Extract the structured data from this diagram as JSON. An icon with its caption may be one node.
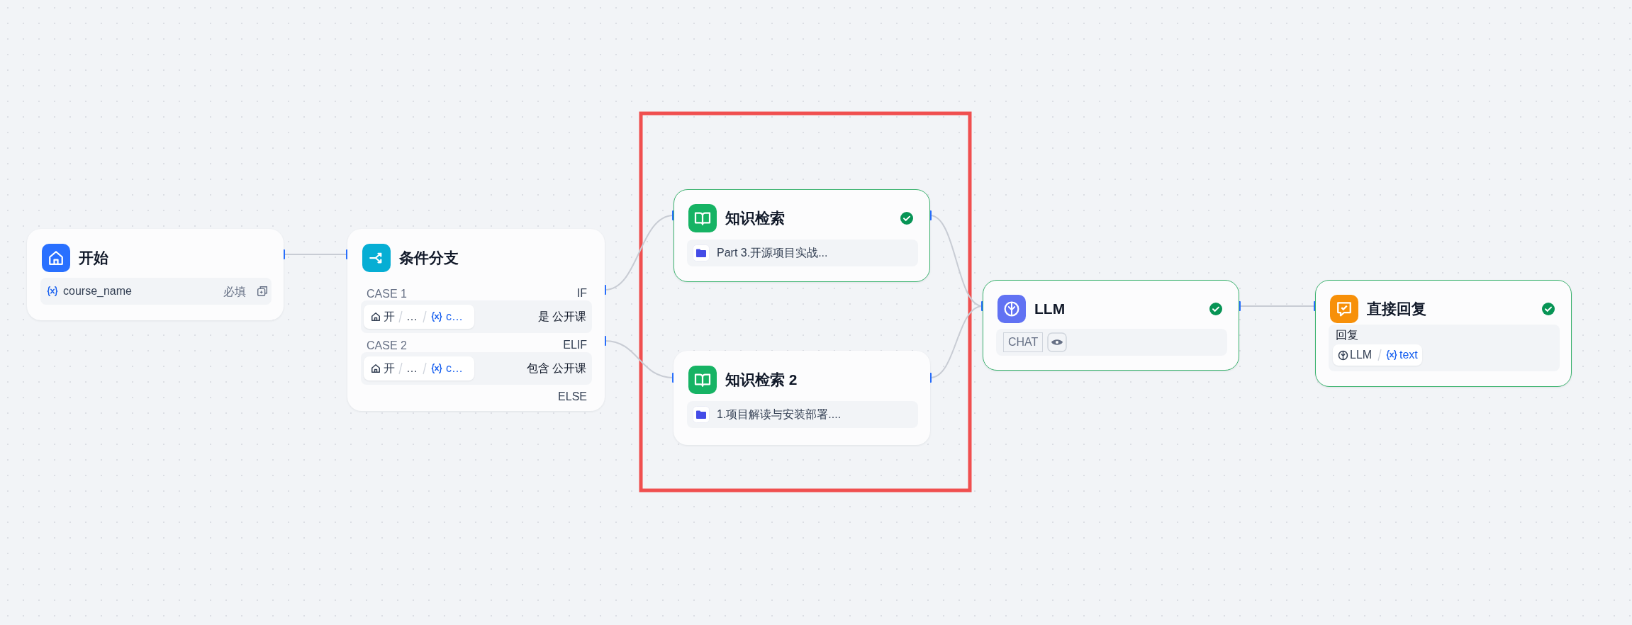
{
  "diagram": {
    "nodes": [
      {
        "text": [
          "开始",
          "course_name",
          "必填"
        ]
      },
      {
        "text": [
          "条件分支",
          "CASE 1",
          "IF",
          "开",
          "…",
          "c…",
          "是 公开课",
          "CASE 2",
          "ELIF",
          "开",
          "…",
          "c…",
          "包含 公开课",
          "ELSE"
        ]
      },
      {
        "text": [
          "知识检索",
          "Part 3.开源项目实战..."
        ]
      },
      {
        "text": [
          "知识检索 2",
          "1.项目解读与安装部署...."
        ]
      },
      {
        "text": [
          "LLM",
          "CHAT"
        ]
      },
      {
        "text": [
          "直接回复",
          "回复",
          "LLM",
          "text"
        ]
      }
    ],
    "edges": [
      {
        "from": 0,
        "to": 1,
        "arrow": "none"
      },
      {
        "from": 1,
        "to": 2,
        "arrow": "none"
      },
      {
        "from": 1,
        "to": 3,
        "arrow": "none"
      },
      {
        "from": 2,
        "to": 4,
        "arrow": "none"
      },
      {
        "from": 3,
        "to": 4,
        "arrow": "none"
      },
      {
        "from": 4,
        "to": 5,
        "arrow": "none"
      }
    ]
  }
}
